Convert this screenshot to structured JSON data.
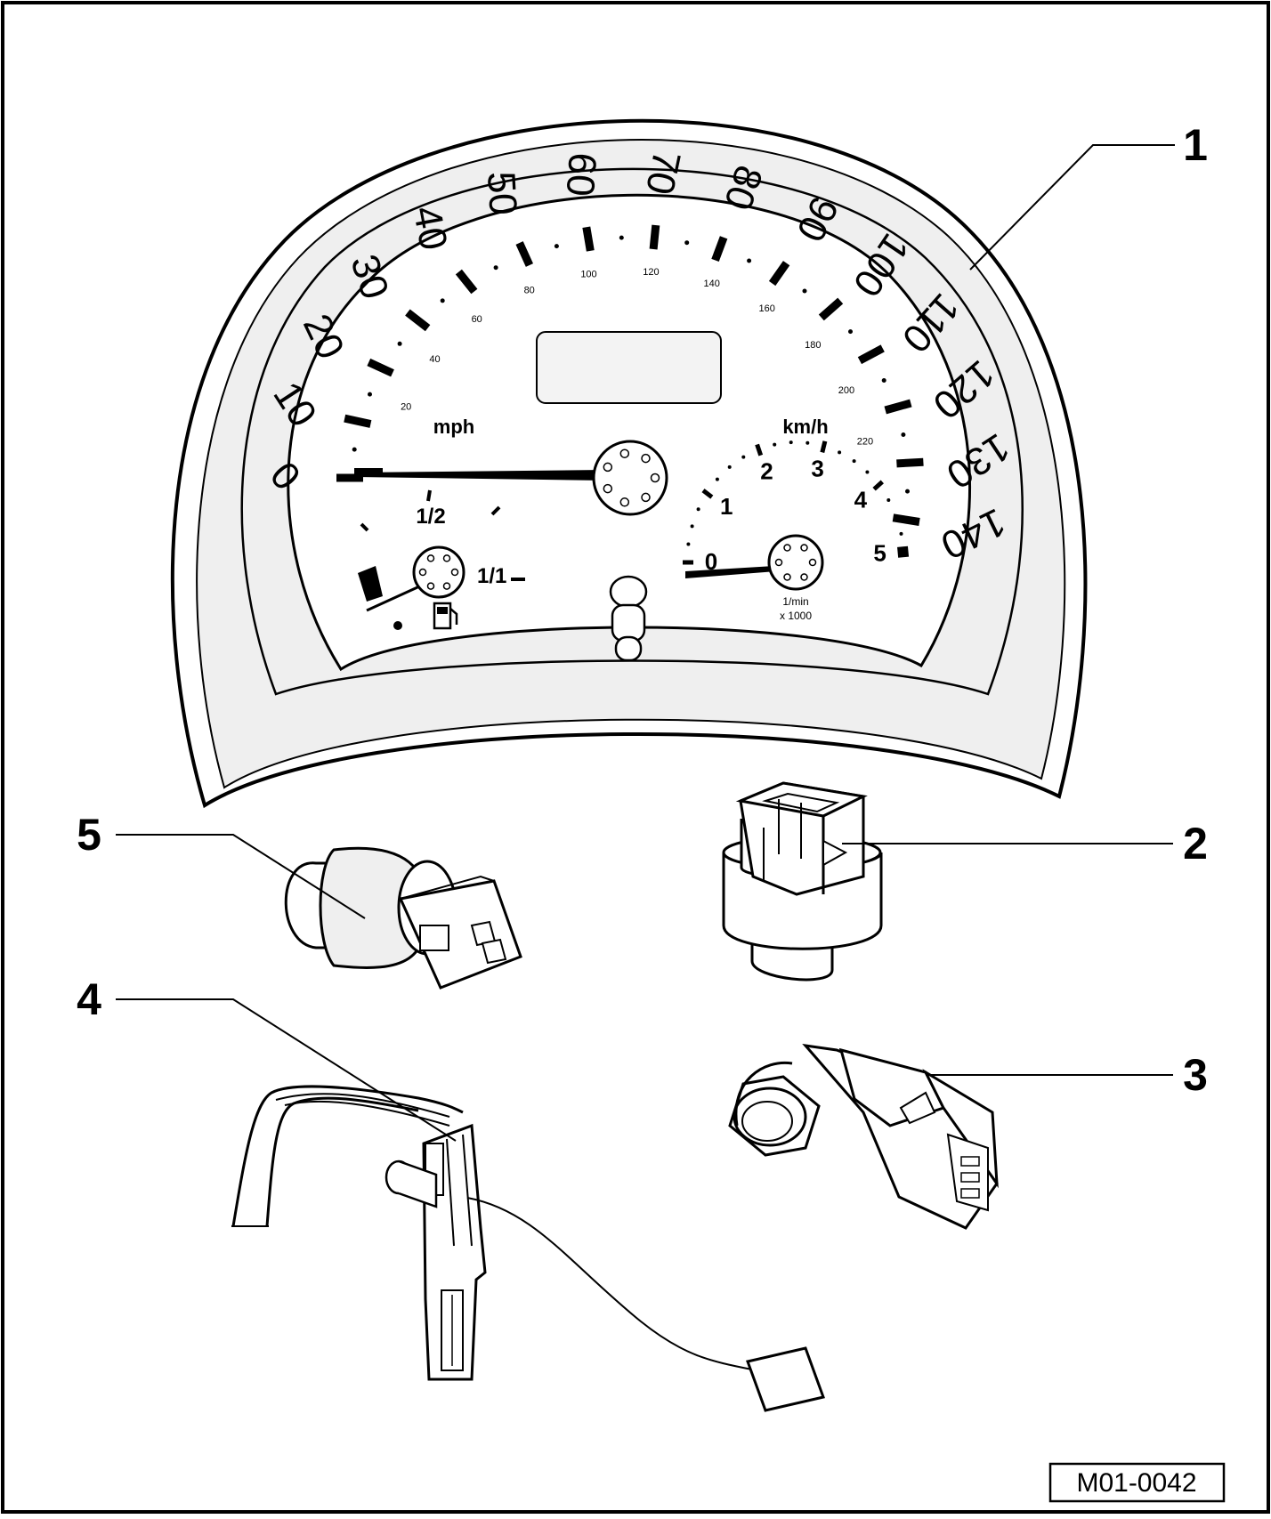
{
  "figure_id": "M01-0042",
  "callouts": [
    "1",
    "2",
    "3",
    "4",
    "5"
  ],
  "speedometer": {
    "mph_unit": "mph",
    "kmh_unit": "km/h",
    "mph_scale": [
      "0",
      "10",
      "20",
      "30",
      "40",
      "50",
      "60",
      "70",
      "80",
      "90",
      "100",
      "110",
      "120",
      "130",
      "140"
    ],
    "kmh_scale": [
      "20",
      "40",
      "60",
      "80",
      "100",
      "120",
      "140",
      "160",
      "180",
      "200",
      "220"
    ],
    "needle_value_mph": 0
  },
  "fuel_gauge": {
    "half_label": "1/2",
    "full_label": "1/1",
    "pump_icon": "fuel-pump-icon"
  },
  "tachometer": {
    "scale": [
      "0",
      "1",
      "2",
      "3",
      "4",
      "5"
    ],
    "unit_line1": "1/min",
    "unit_line2": "x 1000",
    "needle_value": 0
  },
  "colors": {
    "ink": "#000000",
    "paper": "#ffffff",
    "panel": "#efefef"
  }
}
